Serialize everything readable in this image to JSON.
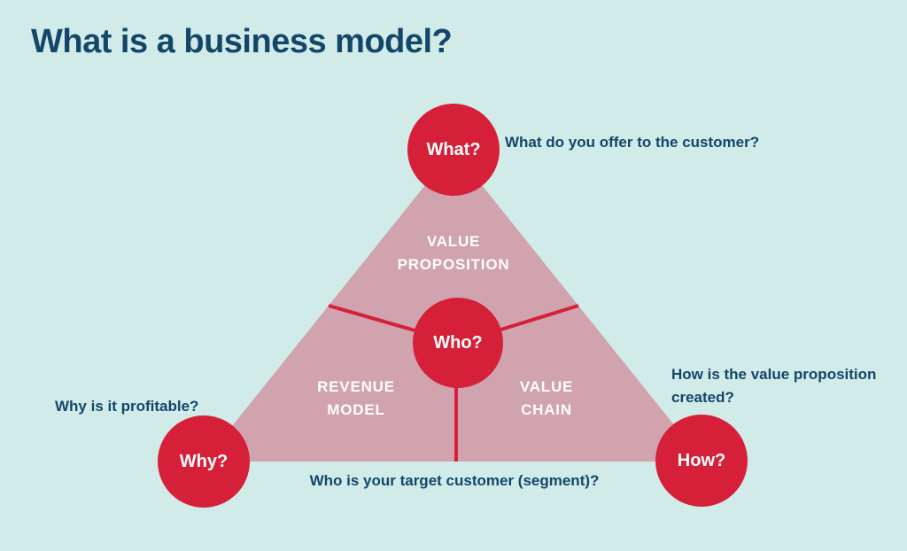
{
  "title": "What is a business model?",
  "colors": {
    "background": "#d1ebe9",
    "red": "#d62039",
    "pink": "#d0a3ae",
    "navy": "#14466a",
    "white": "#ffffff"
  },
  "nodes": {
    "what": {
      "label": "What?",
      "question": "What do you offer to the customer?"
    },
    "who": {
      "label": "Who?",
      "question": "Who is your target customer (segment)?"
    },
    "why": {
      "label": "Why?",
      "question": "Why is it profitable?"
    },
    "how": {
      "label": "How?",
      "question": "How is the value proposition created?"
    }
  },
  "sections": {
    "value_proposition": "VALUE\nPROPOSITION",
    "revenue_model": "REVENUE\nMODEL",
    "value_chain": "VALUE\nCHAIN"
  }
}
